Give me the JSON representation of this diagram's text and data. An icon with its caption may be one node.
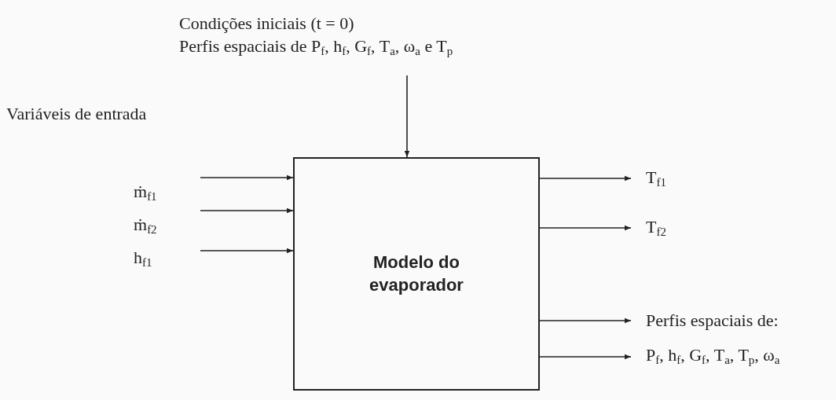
{
  "diagram": {
    "nodes": [
      {
        "text": [
          "Condições iniciais (t = 0)",
          "Perfis espaciais de P$_{f}$, h$_{f}$, G$_{f}$, T$_{a}$, ω$_{a}$ e T$_{p}$"
        ]
      },
      {
        "text": [
          "ṁ$_{f1}$"
        ]
      },
      {
        "text": [
          "ṁ$_{f2}$"
        ]
      },
      {
        "text": [
          "h$_{f1}$"
        ]
      },
      {
        "text": [
          "Modelo do evaporador"
        ]
      },
      {
        "text": [
          "T$_{f1}$"
        ]
      },
      {
        "text": [
          "T$_{f2}$"
        ]
      },
      {
        "text": [
          "Perfis espaciais de:"
        ]
      },
      {
        "text": [
          "P$_{f}$, h$_{f}$, G$_{f}$, T$_{a}$, T$_{p}$, ω$_{a}$"
        ]
      }
    ],
    "edges": [
      {
        "from": 0,
        "to": 4,
        "arrow": "to"
      },
      {
        "from": 1,
        "to": 4,
        "arrow": "to"
      },
      {
        "from": 2,
        "to": 4,
        "arrow": "to"
      },
      {
        "from": 3,
        "to": 4,
        "arrow": "to"
      },
      {
        "from": 4,
        "to": 5,
        "arrow": "to"
      },
      {
        "from": 4,
        "to": 6,
        "arrow": "to"
      },
      {
        "from": 4,
        "to": 7,
        "arrow": "to"
      },
      {
        "from": 4,
        "to": 8,
        "arrow": "to"
      }
    ],
    "labels": [
      "Variáveis de entrada"
    ]
  }
}
